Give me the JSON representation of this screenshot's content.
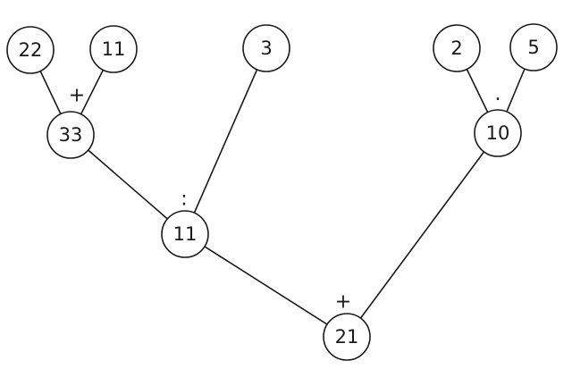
{
  "diagram": {
    "nodes": [
      {
        "id": "n22",
        "label": "22"
      },
      {
        "id": "n11a",
        "label": "11"
      },
      {
        "id": "n3",
        "label": "3"
      },
      {
        "id": "n2",
        "label": "2"
      },
      {
        "id": "n5",
        "label": "5"
      },
      {
        "id": "n33",
        "label": "33"
      },
      {
        "id": "n10",
        "label": "10"
      },
      {
        "id": "n11b",
        "label": "11"
      },
      {
        "id": "n21",
        "label": "21"
      }
    ],
    "operators": [
      {
        "id": "op-sum-top",
        "symbol": "+"
      },
      {
        "id": "op-mult",
        "symbol": "·"
      },
      {
        "id": "op-div",
        "symbol": ":"
      },
      {
        "id": "op-sum-bottom",
        "symbol": "+"
      }
    ],
    "edges": [
      {
        "from": "n22",
        "to": "n33"
      },
      {
        "from": "n11a",
        "to": "n33"
      },
      {
        "from": "n2",
        "to": "n10"
      },
      {
        "from": "n5",
        "to": "n10"
      },
      {
        "from": "n33",
        "to": "n11b"
      },
      {
        "from": "n3",
        "to": "n11b"
      },
      {
        "from": "n11b",
        "to": "n21"
      },
      {
        "from": "n10",
        "to": "n21"
      }
    ]
  }
}
